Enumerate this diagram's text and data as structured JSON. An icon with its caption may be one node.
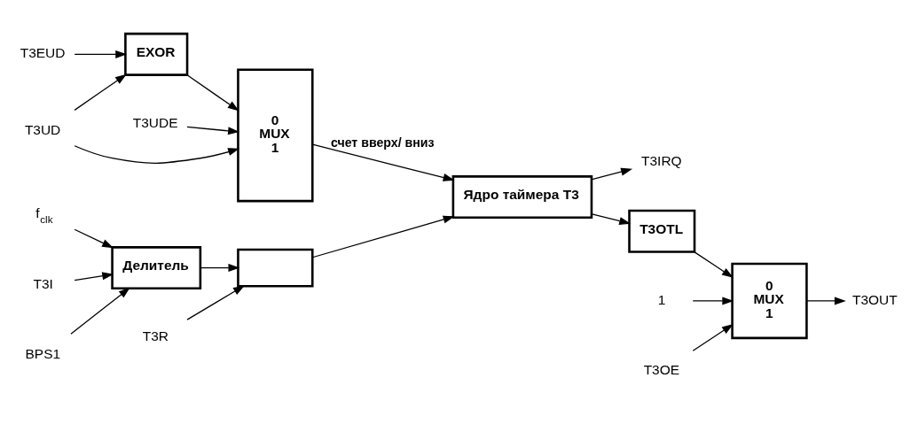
{
  "diagram": {
    "nodes": [
      {
        "text": [
          "f$_{clk}$"
        ]
      },
      {
        "text": [
          "BPS1"
        ]
      },
      {
        "text": [
          "T3I"
        ]
      },
      {
        "text": [
          "Делитель"
        ]
      },
      {
        "text": [],
        "shape": "box"
      },
      {
        "text": [
          "T3R"
        ]
      },
      {
        "text": [
          "Ядро таймера T3"
        ]
      },
      {
        "text": [
          "T3IRQ"
        ]
      },
      {
        "text": [
          "T3UD"
        ]
      },
      {
        "text": [
          "0",
          "MUX",
          "1"
        ]
      },
      {
        "text": [
          "T3EUD"
        ]
      },
      {
        "text": [
          "EXOR"
        ]
      },
      {
        "text": [
          "T3UDE"
        ]
      },
      {
        "text": [
          "1"
        ]
      },
      {
        "text": [
          "T3OTL"
        ]
      },
      {
        "text": [
          "0",
          "MUX",
          "1"
        ]
      },
      {
        "text": [
          "T3OUT"
        ]
      },
      {
        "text": [
          "T3OE"
        ]
      }
    ],
    "edges": [
      {
        "from": 0,
        "to": 3,
        "arrow": "to"
      },
      {
        "from": 1,
        "to": 3,
        "arrow": "to"
      },
      {
        "from": 2,
        "to": 3,
        "arrow": "to"
      },
      {
        "from": 3,
        "to": 4,
        "arrow": "to"
      },
      {
        "from": 5,
        "to": 4,
        "arrow": "to"
      },
      {
        "from": 4,
        "to": 6,
        "arrow": "to"
      },
      {
        "from": 6,
        "to": 7,
        "arrow": "to"
      },
      {
        "from": 9,
        "to": 6,
        "arrow": "to",
        "label": "счет вверх/ вниз"
      },
      {
        "from": 8,
        "to": 9,
        "arrow": "to"
      },
      {
        "from": 8,
        "to": 11,
        "arrow": "to"
      },
      {
        "from": 10,
        "to": 11,
        "arrow": "to"
      },
      {
        "from": 11,
        "to": 9,
        "arrow": "to"
      },
      {
        "from": 12,
        "to": 9,
        "arrow": "to"
      },
      {
        "from": 6,
        "to": 14,
        "arrow": "to"
      },
      {
        "from": 13,
        "to": 15,
        "arrow": "to"
      },
      {
        "from": 14,
        "to": 15,
        "arrow": "to"
      },
      {
        "from": 15,
        "to": 16,
        "arrow": "to"
      },
      {
        "from": 17,
        "to": 15,
        "arrow": "to"
      }
    ]
  }
}
